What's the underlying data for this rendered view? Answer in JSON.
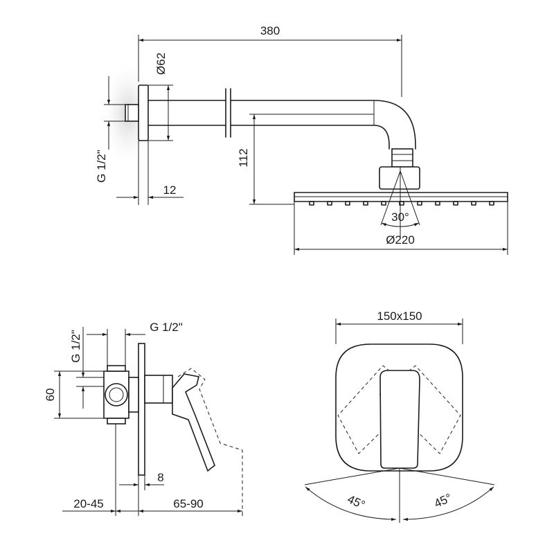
{
  "shower_arm": {
    "length": "380",
    "flange_diameter": "Ø62",
    "thread": "G 1/2\"",
    "flange_offset": "12",
    "drop_height": "112",
    "spray_angle": "30°",
    "head_diameter": "Ø220"
  },
  "mixer_side": {
    "thread_top": "G 1/2\"",
    "thread_side": "G 1/2\"",
    "height": "60",
    "plate_offset": "8",
    "depth_range": "20-45",
    "projection_range": "65-90"
  },
  "mixer_front": {
    "plate_size": "150x150",
    "rotation_left": "45°",
    "rotation_right": "45°"
  },
  "colors": {
    "line": "#1a1a1a",
    "background": "#ffffff",
    "shadow": "#cfcfcf"
  }
}
